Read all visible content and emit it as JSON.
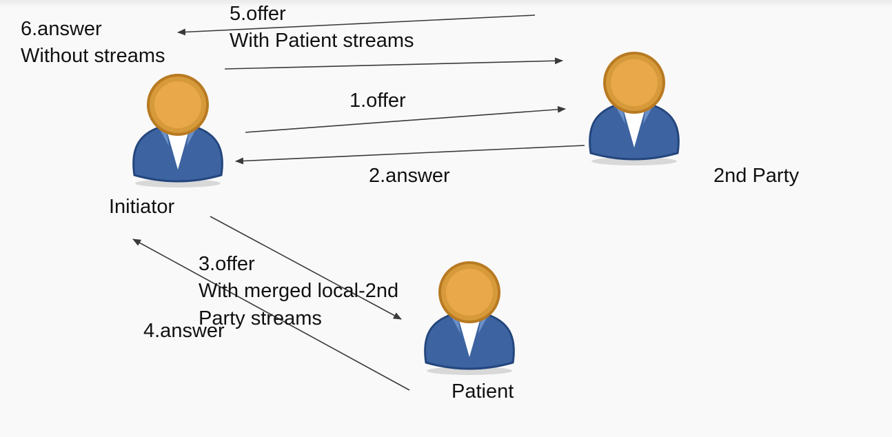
{
  "actors": {
    "initiator": "Initiator",
    "second_party": "2nd Party",
    "patient": "Patient"
  },
  "messages": {
    "m1": "1.offer",
    "m2": "2.answer",
    "m3_line1": "3.offer",
    "m3_line2": "With merged local-2nd",
    "m3_line3": "Party streams",
    "m4": "4.answer",
    "m5_line1": "5.offer",
    "m5_line2": "With Patient streams",
    "m6_line1": "6.answer",
    "m6_line2": "Without streams"
  },
  "colors": {
    "head": "#e0a03c",
    "body": "#3d64a0",
    "arrow": "#3a3a3a"
  }
}
